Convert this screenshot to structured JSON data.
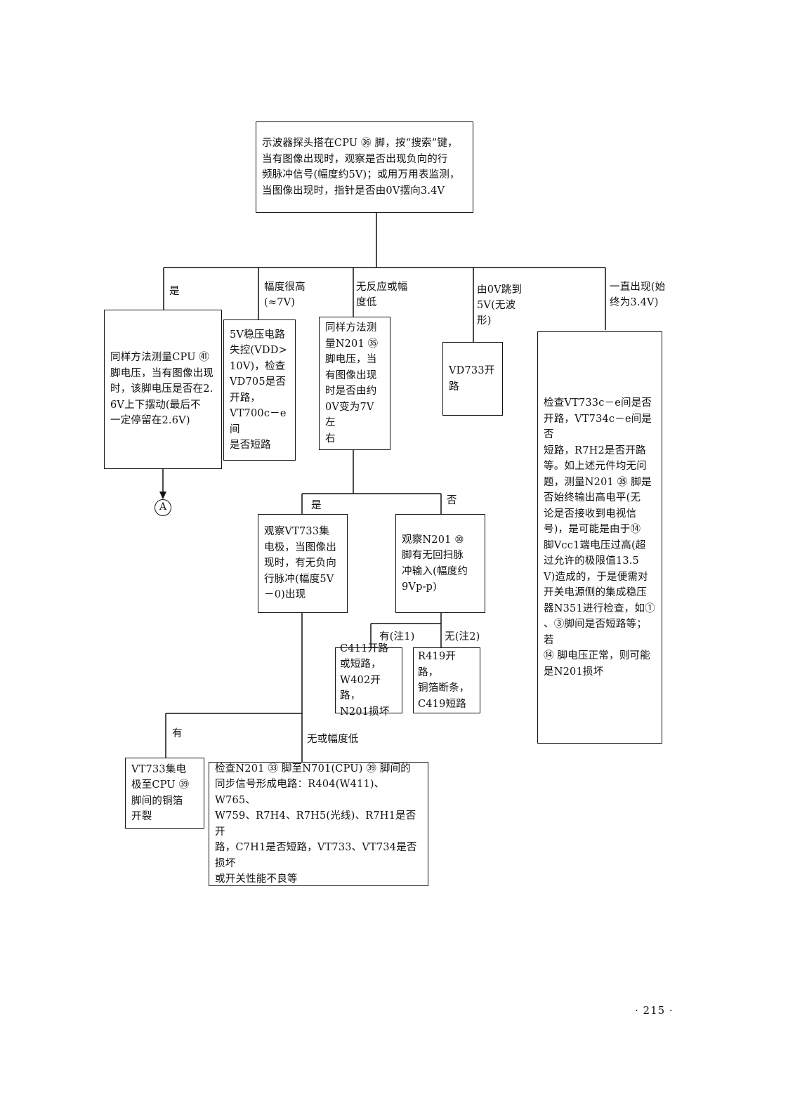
{
  "boxes": {
    "top": "示波器探头搭在CPU ㊱ 脚，按“搜索”键，\n当有图像出现时，观察是否出现负向的行\n频脉冲信号(幅度约5V)；或用万用表监测，\n当图像出现时，指针是否由0V摆向3.4V",
    "cpu41": "同样方法测量CPU ㊶\n脚电压，当有图像出现\n时，该脚电压是否在2.\n6V上下摆动(最后不\n一定停留在2.6V)",
    "vdd": "5V稳压电路\n失控(VDD>\n10V)，检查\nVD705是否\n开路，\nVT700c－e间\n是否短路",
    "n201_35": "同样方法测\n量N201 ㉟\n脚电压，当\n有图像出现\n时是否由约\n0V变为7V左\n右",
    "vd733": "VD733开\n路",
    "vt733c": "检查VT733c－e间是否\n开路，VT734c－e间是否\n短路，R7H2是否开路\n等。如上述元件均无问\n题，测量N201 ㉟ 脚是\n否始终输出高电平(无\n论是否接收到电视信\n号)，是可能是由于⑭\n脚Vcc1端电压过高(超\n过允许的极限值13.5\nV)造成的，于是便需对\n开关电源侧的集成稳压\n器N351进行检查，如①\n、③脚间是否短路等；若\n⑭ 脚电压正常，则可能\n是N201损坏",
    "observe_vt733": "观察VT733集\n电极，当图像出\n现时，有无负向\n行脉冲(幅度5V\n－0)出现",
    "observe_n201": "观察N201 ⑩\n脚有无回扫脉\n冲输入(幅度约\n9Vp-p)",
    "c411": "C411开路\n或短路，\nW402开路，\nN201损坏",
    "r419": "R419开路，\n铜箔断条，\nC419短路",
    "vt733_cpu": "VT733集电\n极至CPU ㊴\n脚间的铜箔\n开裂",
    "check_n201": "检查N201 ㉝ 脚至N701(CPU) ㊴ 脚间的\n同步信号形成电路：R404(W411)、W765、\nW759、R7H4、R7H5(光线)、R7H1是否开\n路，C7H1是否短路，VT733、VT734是否损坏\n或开关性能不良等"
  },
  "labels": {
    "yes1": "是",
    "high": "幅度很高\n(≈7V)",
    "noresp": "无反应或幅\n度低",
    "from0v": "由0V跳到\n5V(无波\n形)",
    "always": "一直出现(始\n终为3.4V)",
    "yes2": "是",
    "no2": "否",
    "have_note1": "有(注1)",
    "none_note2": "无(注2)",
    "have": "有",
    "none_low": "无或幅度低"
  },
  "connector": "A",
  "page_number": "· 215 ·"
}
